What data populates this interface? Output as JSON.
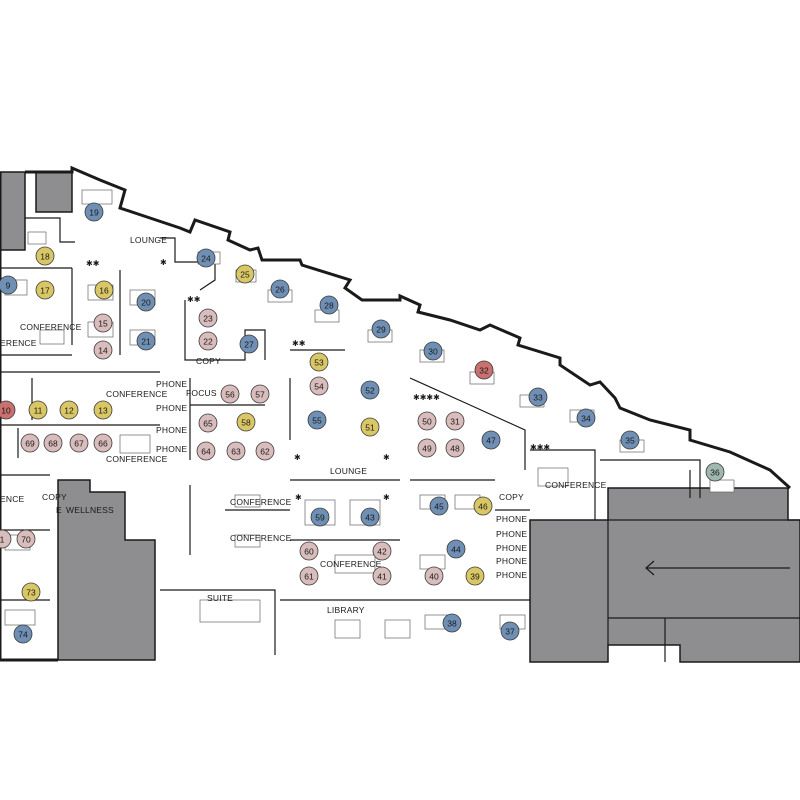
{
  "colors": {
    "blue": "#6f8fb4",
    "yellow": "#d9c766",
    "pink": "#d9bcbc",
    "red": "#c9716e",
    "teal": "#9fb7ae",
    "core": "#8e8e90"
  },
  "rooms": [
    {
      "id": "lounge-top",
      "text": "LOUNGE"
    },
    {
      "id": "conference-left",
      "text": "CONFERENCE"
    },
    {
      "id": "conference-left-cut",
      "text": "ERENCE"
    },
    {
      "id": "phone-1",
      "text": "PHONE"
    },
    {
      "id": "conference-mid1",
      "text": "CONFERENCE"
    },
    {
      "id": "phone-2",
      "text": "PHONE"
    },
    {
      "id": "focus",
      "text": "FOCUS"
    },
    {
      "id": "phone-3",
      "text": "PHONE"
    },
    {
      "id": "conference-mid2",
      "text": "CONFERENCE"
    },
    {
      "id": "phone-4",
      "text": "PHONE"
    },
    {
      "id": "copy-upper",
      "text": "COPY"
    },
    {
      "id": "lounge-mid",
      "text": "LOUNGE"
    },
    {
      "id": "conference-right",
      "text": "CONFERENCE"
    },
    {
      "id": "copy-right",
      "text": "COPY"
    },
    {
      "id": "phone-r1",
      "text": "PHONE"
    },
    {
      "id": "phone-r2",
      "text": "PHONE"
    },
    {
      "id": "phone-r3",
      "text": "PHONE"
    },
    {
      "id": "phone-r4",
      "text": "PHONE"
    },
    {
      "id": "phone-r5",
      "text": "PHONE"
    },
    {
      "id": "ence-left",
      "text": "ENCE"
    },
    {
      "id": "copy-lower",
      "text": "COPY"
    },
    {
      "id": "wellness",
      "text": "WELLNESS"
    },
    {
      "id": "wellness-e",
      "text": "E"
    },
    {
      "id": "conference-c1",
      "text": "CONFERENCE"
    },
    {
      "id": "conference-c2",
      "text": "CONFERENCE"
    },
    {
      "id": "conference-c3",
      "text": "CONFERENCE"
    },
    {
      "id": "suite",
      "text": "SUITE"
    },
    {
      "id": "library",
      "text": "LIBRARY"
    }
  ],
  "seats": [
    {
      "n": "19",
      "c": "blue"
    },
    {
      "n": "18",
      "c": "yellow"
    },
    {
      "n": "9",
      "c": "blue"
    },
    {
      "n": "17",
      "c": "yellow"
    },
    {
      "n": "16",
      "c": "yellow"
    },
    {
      "n": "20",
      "c": "blue"
    },
    {
      "n": "15",
      "c": "pink"
    },
    {
      "n": "14",
      "c": "pink"
    },
    {
      "n": "21",
      "c": "blue"
    },
    {
      "n": "23",
      "c": "pink"
    },
    {
      "n": "22",
      "c": "pink"
    },
    {
      "n": "27",
      "c": "blue"
    },
    {
      "n": "24",
      "c": "blue"
    },
    {
      "n": "25",
      "c": "yellow"
    },
    {
      "n": "26",
      "c": "blue"
    },
    {
      "n": "28",
      "c": "blue"
    },
    {
      "n": "29",
      "c": "blue"
    },
    {
      "n": "30",
      "c": "blue"
    },
    {
      "n": "32",
      "c": "red"
    },
    {
      "n": "33",
      "c": "blue"
    },
    {
      "n": "34",
      "c": "blue"
    },
    {
      "n": "35",
      "c": "blue"
    },
    {
      "n": "36",
      "c": "teal"
    },
    {
      "n": "10",
      "c": "red"
    },
    {
      "n": "11",
      "c": "yellow"
    },
    {
      "n": "12",
      "c": "yellow"
    },
    {
      "n": "13",
      "c": "yellow"
    },
    {
      "n": "69",
      "c": "pink"
    },
    {
      "n": "68",
      "c": "pink"
    },
    {
      "n": "67",
      "c": "pink"
    },
    {
      "n": "66",
      "c": "pink"
    },
    {
      "n": "56",
      "c": "pink"
    },
    {
      "n": "57",
      "c": "pink"
    },
    {
      "n": "65",
      "c": "pink"
    },
    {
      "n": "58",
      "c": "yellow"
    },
    {
      "n": "64",
      "c": "pink"
    },
    {
      "n": "63",
      "c": "pink"
    },
    {
      "n": "62",
      "c": "pink"
    },
    {
      "n": "53",
      "c": "yellow"
    },
    {
      "n": "54",
      "c": "pink"
    },
    {
      "n": "52",
      "c": "blue"
    },
    {
      "n": "55",
      "c": "blue"
    },
    {
      "n": "51",
      "c": "yellow"
    },
    {
      "n": "50",
      "c": "pink"
    },
    {
      "n": "31",
      "c": "pink"
    },
    {
      "n": "49",
      "c": "pink"
    },
    {
      "n": "48",
      "c": "pink"
    },
    {
      "n": "47",
      "c": "blue"
    },
    {
      "n": "45",
      "c": "blue"
    },
    {
      "n": "46",
      "c": "yellow"
    },
    {
      "n": "44",
      "c": "blue"
    },
    {
      "n": "40",
      "c": "pink"
    },
    {
      "n": "39",
      "c": "yellow"
    },
    {
      "n": "59",
      "c": "blue"
    },
    {
      "n": "43",
      "c": "blue"
    },
    {
      "n": "60",
      "c": "pink"
    },
    {
      "n": "42",
      "c": "pink"
    },
    {
      "n": "61",
      "c": "pink"
    },
    {
      "n": "41",
      "c": "pink"
    },
    {
      "n": "38",
      "c": "blue"
    },
    {
      "n": "37",
      "c": "blue"
    },
    {
      "n": "1",
      "c": "pink"
    },
    {
      "n": "70",
      "c": "pink"
    },
    {
      "n": "73",
      "c": "yellow"
    },
    {
      "n": "74",
      "c": "blue"
    }
  ]
}
